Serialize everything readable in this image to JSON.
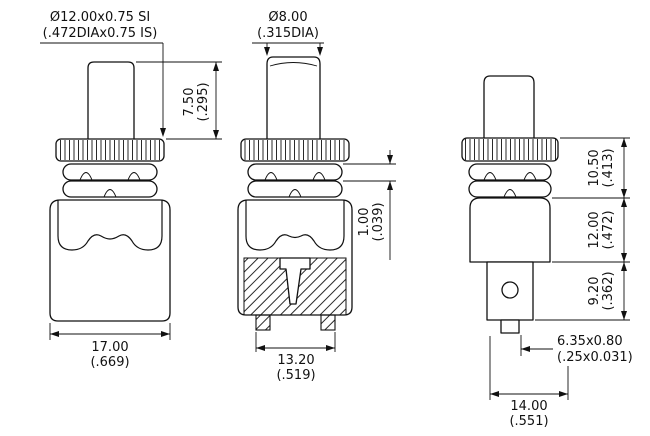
{
  "front": {
    "thread_metric": "Ø12.00x0.75 SI",
    "thread_inch": "(.472DIAx0.75 IS)",
    "button_height_metric": "7.50",
    "button_height_inch": "(.295)",
    "width_metric": "17.00",
    "width_inch": "(.669)"
  },
  "section": {
    "button_dia_metric": "Ø8.00",
    "button_dia_inch": "(.315DIA)",
    "washer_metric": "1.00",
    "washer_inch": "(.039)",
    "width_metric": "13.20",
    "width_inch": "(.519)"
  },
  "side": {
    "upper_metric": "10.50",
    "upper_inch": "(.413)",
    "mid_metric": "12.00",
    "mid_inch": "(.472)",
    "lower_metric": "9.20",
    "lower_inch": "(.362)",
    "terminal_metric": "6.35x0.80",
    "terminal_inch": "(.25x0.031)",
    "depth_metric": "14.00",
    "depth_inch": "(.551)"
  },
  "colors": {
    "line": "#111111",
    "background": "#ffffff"
  }
}
